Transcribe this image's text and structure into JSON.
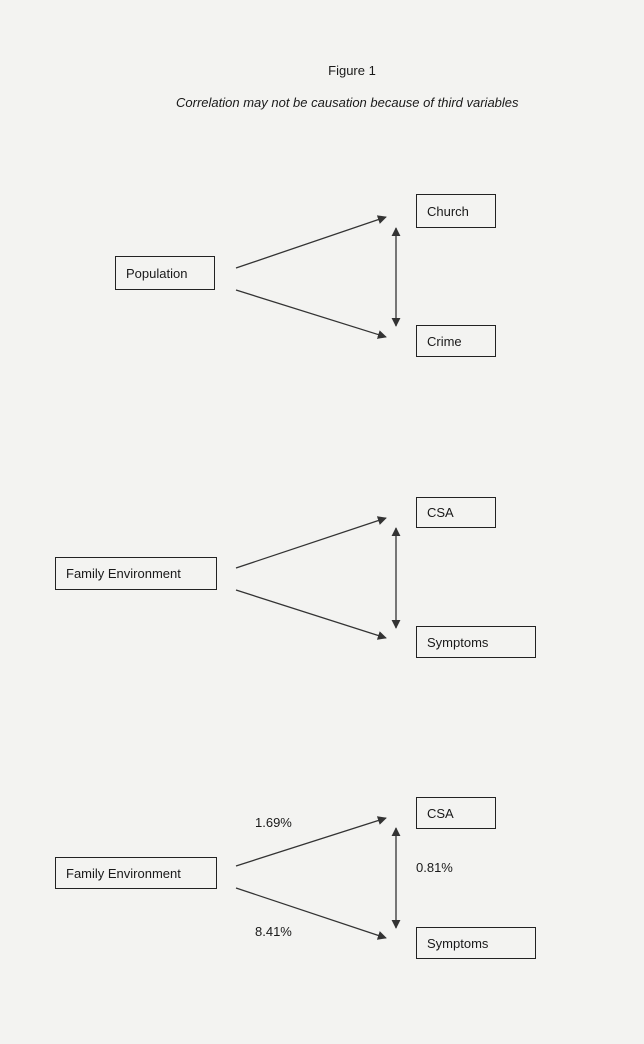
{
  "header": {
    "figure_label": "Figure 1",
    "caption": "Correlation may not be causation because of third variables"
  },
  "diagrams": [
    {
      "cause": "Population",
      "outcome_a": "Church",
      "outcome_b": "Crime"
    },
    {
      "cause": "Family Environment",
      "outcome_a": "CSA",
      "outcome_b": "Symptoms"
    },
    {
      "cause": "Family Environment",
      "outcome_a": "CSA",
      "outcome_b": "Symptoms",
      "edge_cause_a": "1.69%",
      "edge_a_b": "0.81%",
      "edge_cause_b": "8.41%"
    }
  ],
  "colors": {
    "line": "#333333",
    "background": "#f3f3f1"
  }
}
